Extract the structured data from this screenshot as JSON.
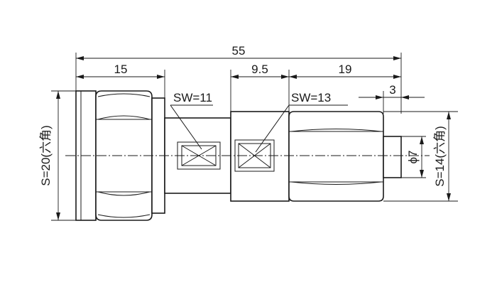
{
  "dimensions": {
    "overall_length": "55",
    "left_hex_length": "15",
    "middle_length": "9.5",
    "right_body_length": "19",
    "pin_length": "3",
    "pin_diameter": "ϕ7",
    "left_hex_size": "S=20(六角)",
    "right_hex_size": "S=14(六角)"
  },
  "wrench_flats": {
    "left": "SW=11",
    "right": "SW=13"
  },
  "colors": {
    "line": "#1a1a1a",
    "background": "#ffffff"
  }
}
